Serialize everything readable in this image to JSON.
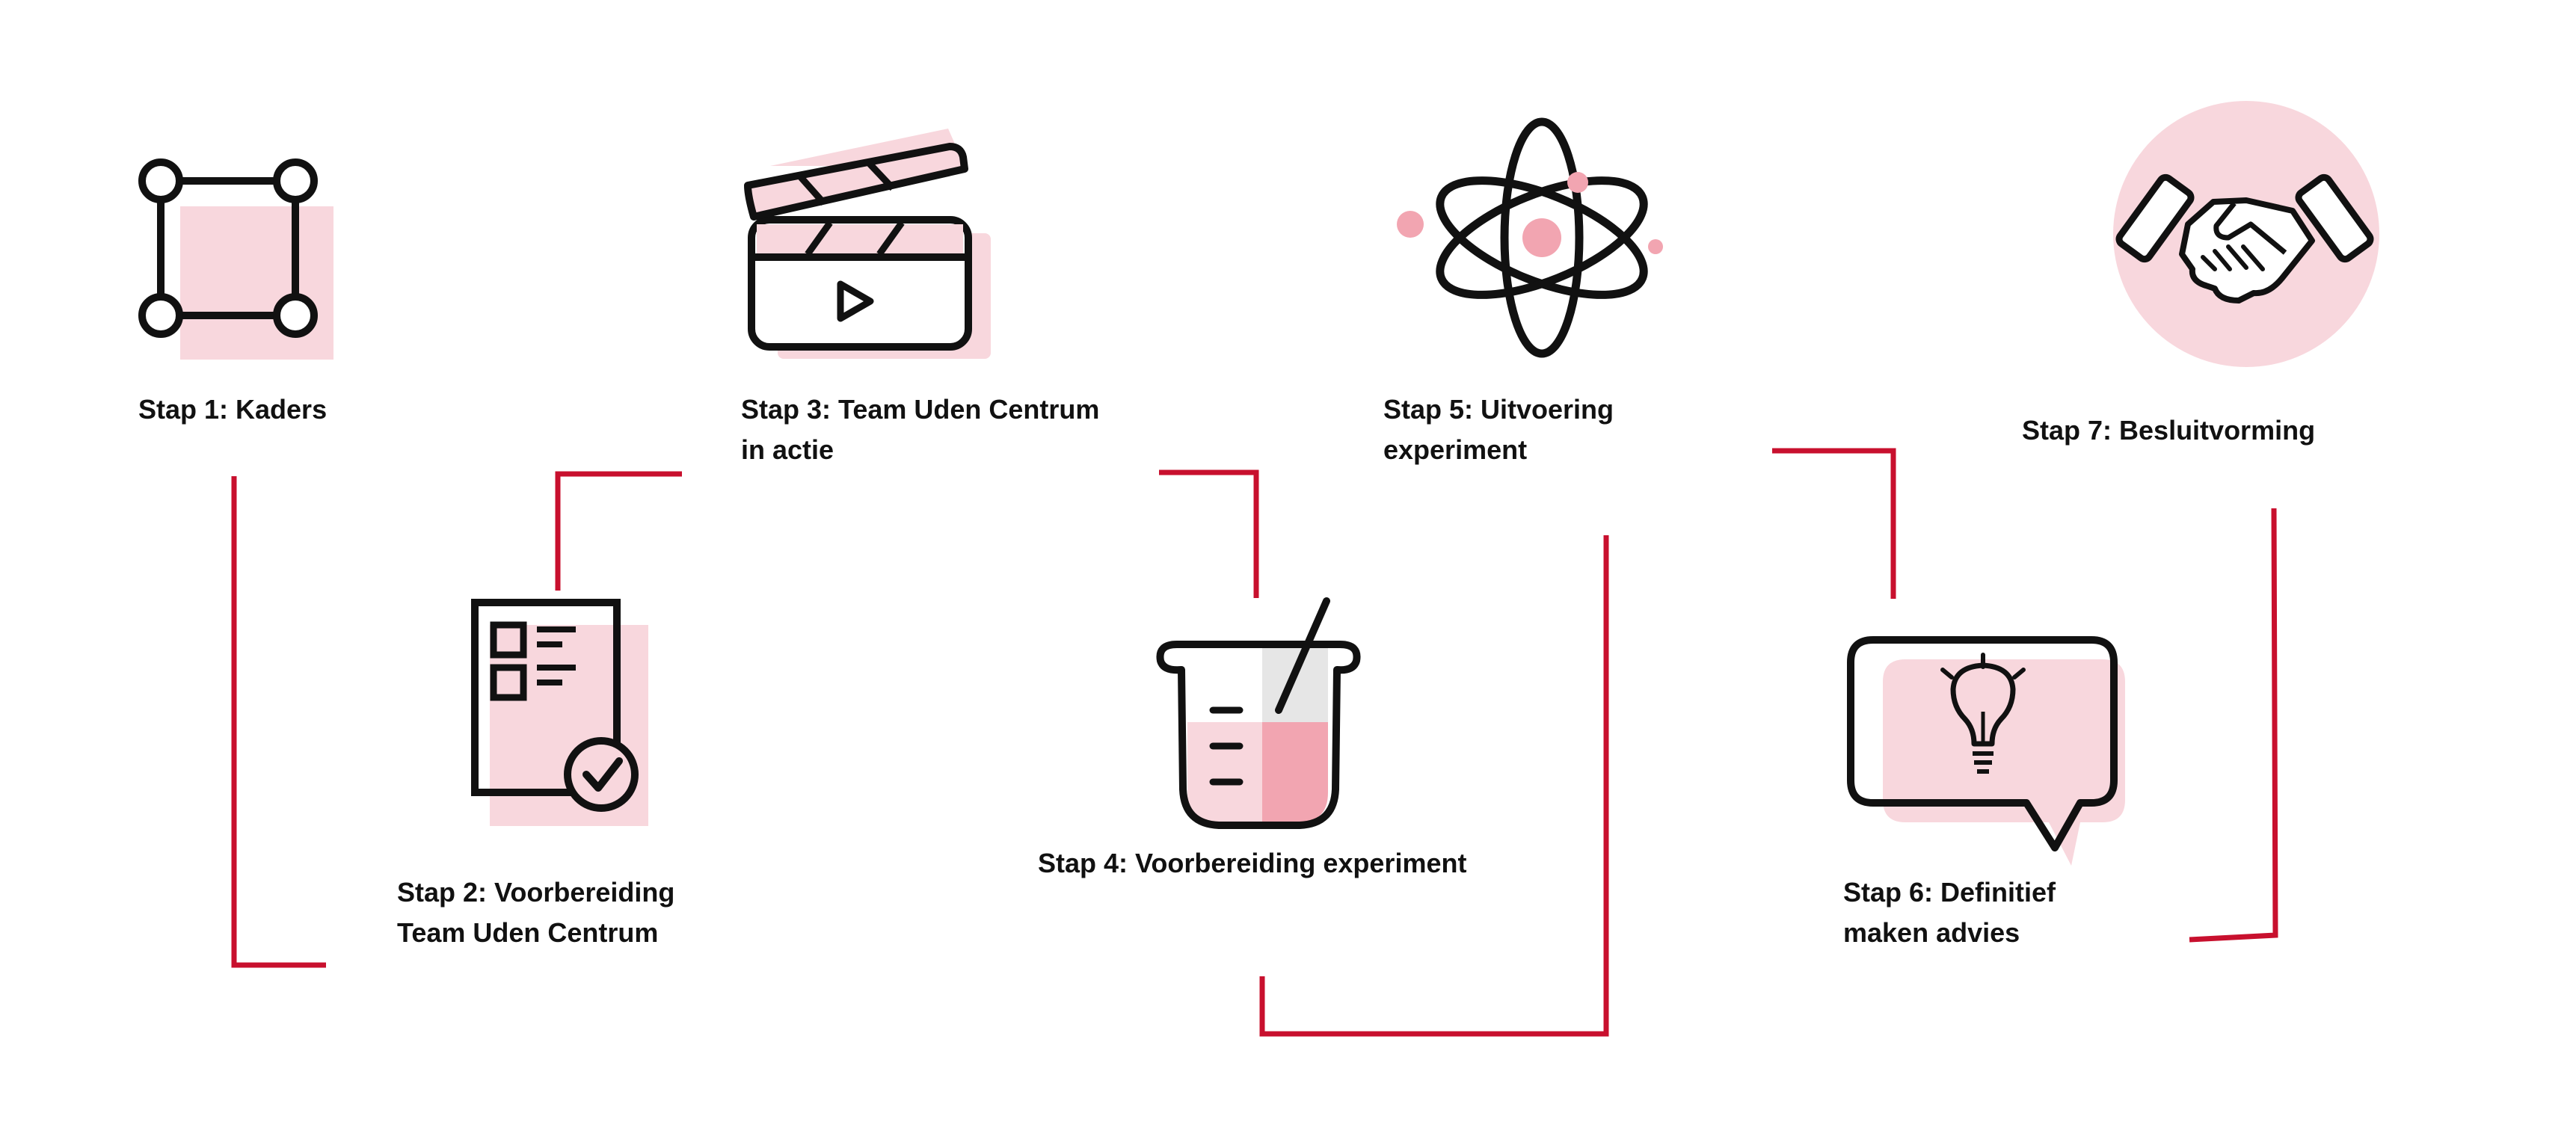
{
  "colors": {
    "connector": "#c8102e",
    "stroke": "#111111",
    "pink_light": "#f8d7dd",
    "pink_mid": "#f2a5b1",
    "grey_light": "#e6e6e6"
  },
  "steps": [
    {
      "id": 1,
      "icon": "frame-icon",
      "lines": [
        "Stap 1: Kaders"
      ]
    },
    {
      "id": 2,
      "icon": "checklist-document-icon",
      "lines": [
        "Stap 2: Voorbereiding",
        "Team Uden Centrum"
      ]
    },
    {
      "id": 3,
      "icon": "clapperboard-icon",
      "lines": [
        "Stap 3: Team Uden Centrum",
        "in actie"
      ]
    },
    {
      "id": 4,
      "icon": "beaker-icon",
      "lines": [
        "Stap 4: Voorbereiding experiment"
      ]
    },
    {
      "id": 5,
      "icon": "atom-icon",
      "lines": [
        "Stap 5: Uitvoering",
        "experiment"
      ]
    },
    {
      "id": 6,
      "icon": "idea-speech-bubble-icon",
      "lines": [
        "Stap 6: Definitief",
        "maken advies"
      ]
    },
    {
      "id": 7,
      "icon": "handshake-icon",
      "lines": [
        "Stap 7: Besluitvorming"
      ]
    }
  ]
}
